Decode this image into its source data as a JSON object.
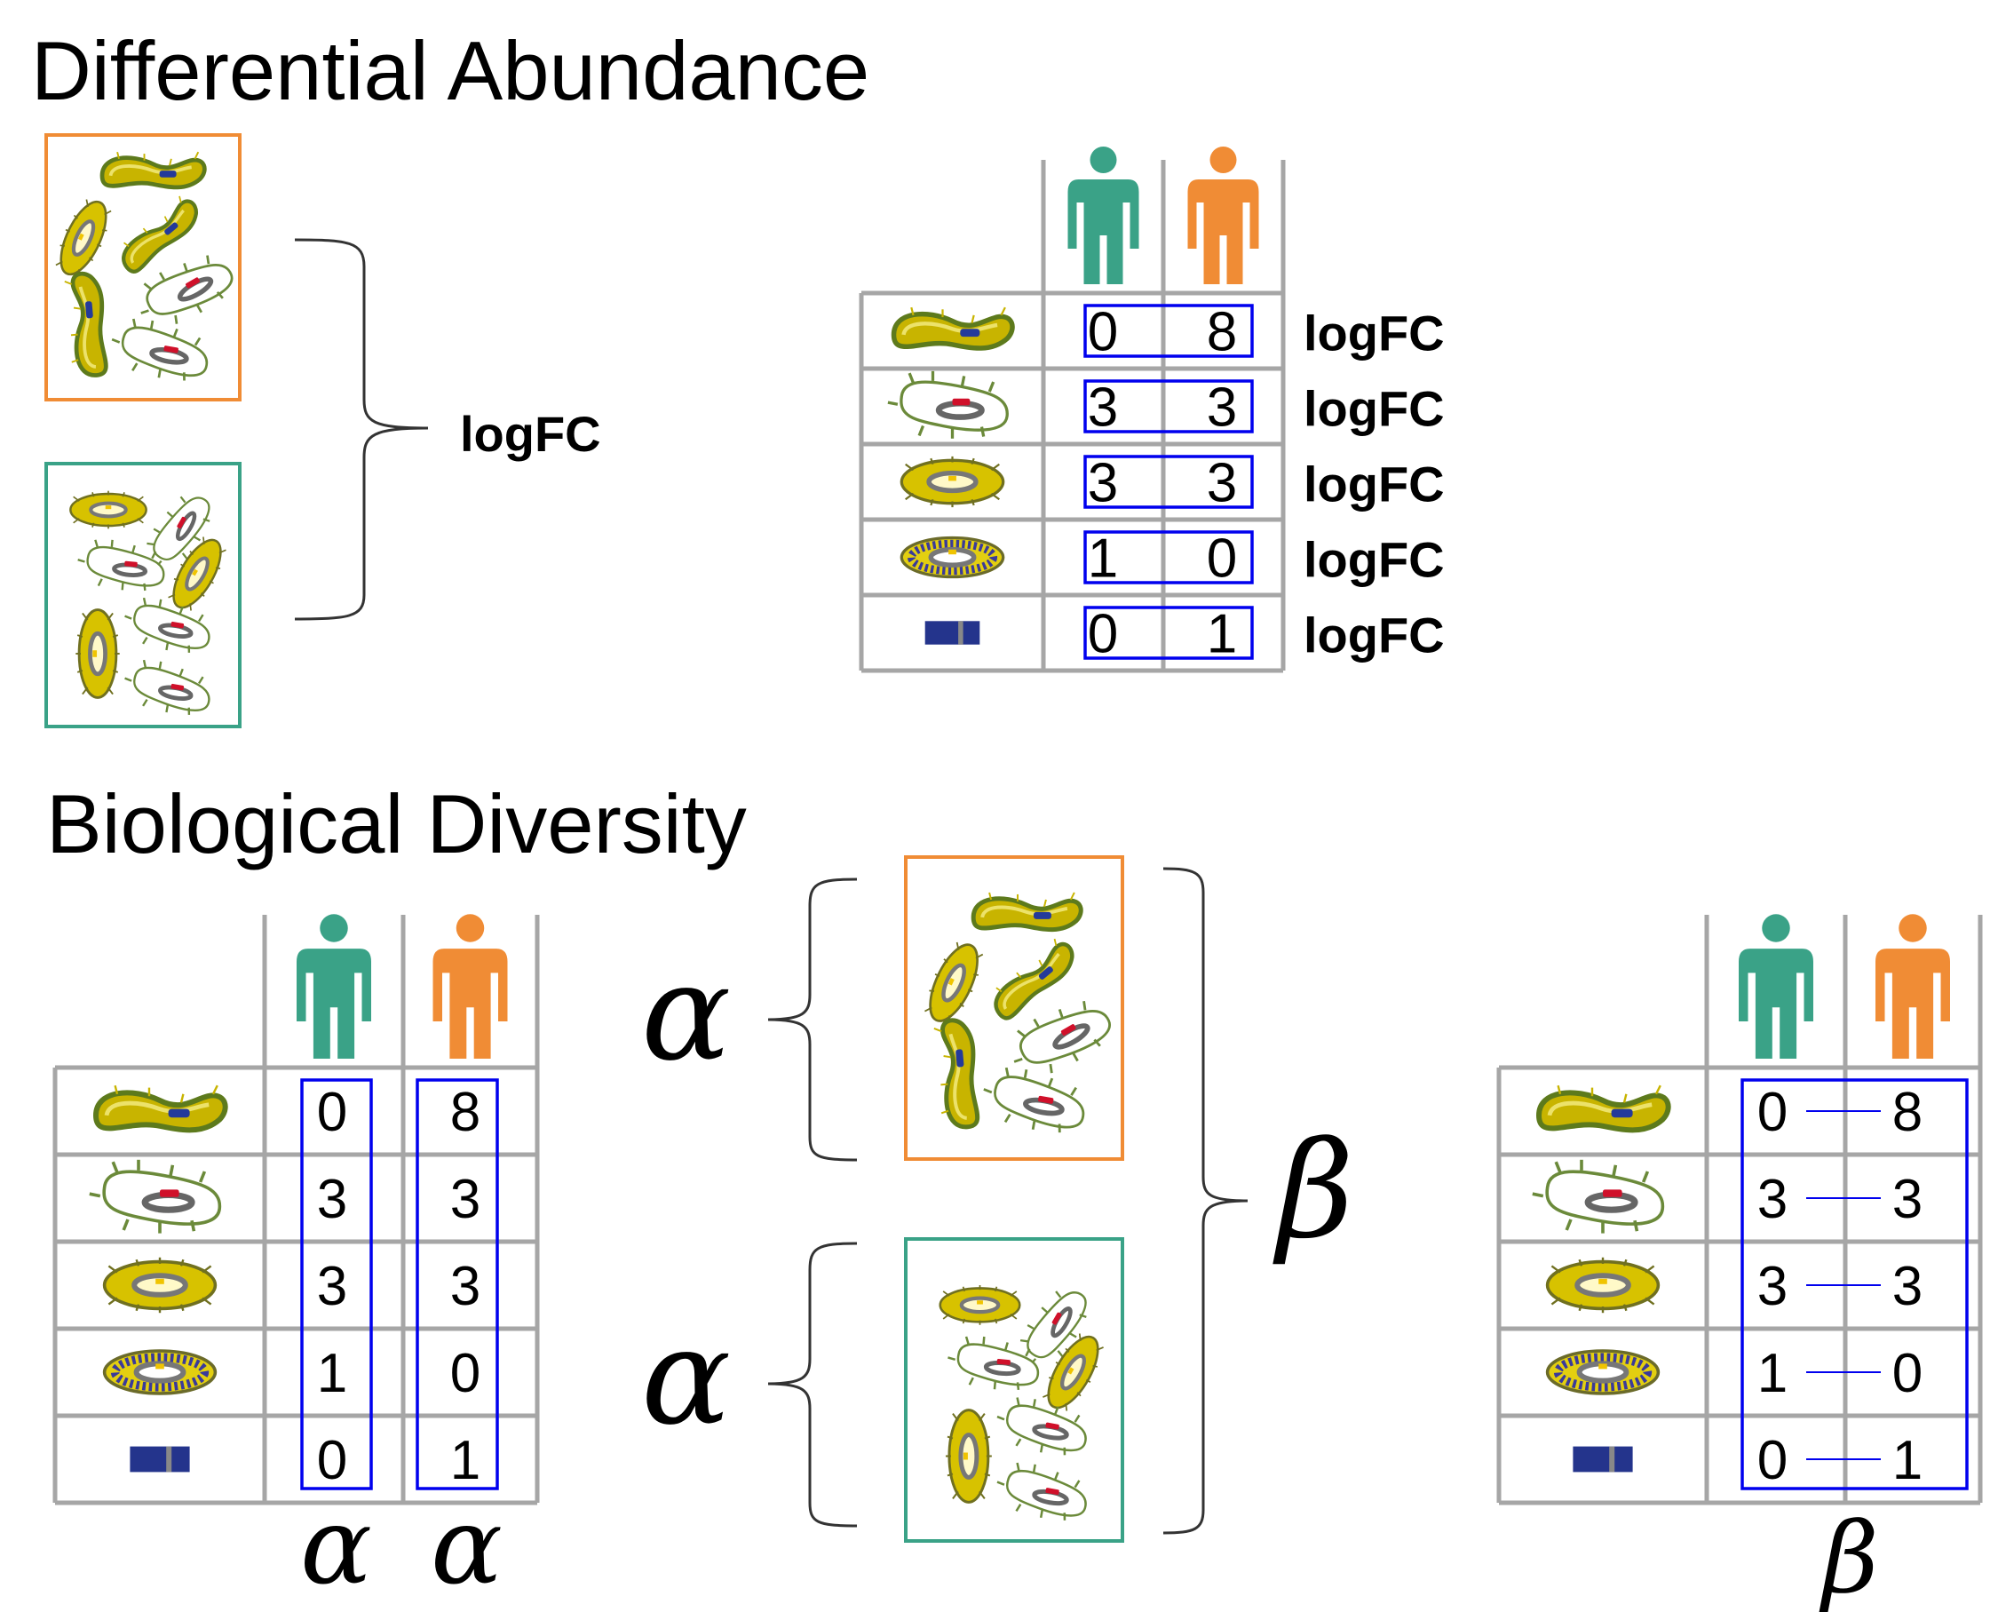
{
  "sections": {
    "differential_abundance": {
      "title": "Differential Abundance",
      "bracket_label": "logFC",
      "row_labels": [
        "logFC",
        "logFC",
        "logFC",
        "logFC",
        "logFC"
      ]
    },
    "biological_diversity": {
      "title": "Biological Diversity",
      "alpha_symbol": "α",
      "beta_symbol": "β"
    }
  },
  "table": {
    "columns": [
      {
        "icon": "person-icon",
        "color": "#3aa287"
      },
      {
        "icon": "person-icon",
        "color": "#f08c35"
      }
    ],
    "rows": [
      {
        "taxon": "curved-bacterium-icon",
        "values": [
          "0",
          "8"
        ]
      },
      {
        "taxon": "spiky-bacterium-icon",
        "values": [
          "3",
          "3"
        ]
      },
      {
        "taxon": "ringed-bacterium-icon",
        "values": [
          "3",
          "3"
        ]
      },
      {
        "taxon": "striped-bacterium-icon",
        "values": [
          "1",
          "0"
        ]
      },
      {
        "taxon": "rod-bacterium-icon",
        "values": [
          "0",
          "1"
        ]
      }
    ]
  },
  "colors": {
    "sample_orange": "#f08c35",
    "sample_green": "#3aa287",
    "grid": "#a6a6a6",
    "highlight": "#0000ee"
  }
}
